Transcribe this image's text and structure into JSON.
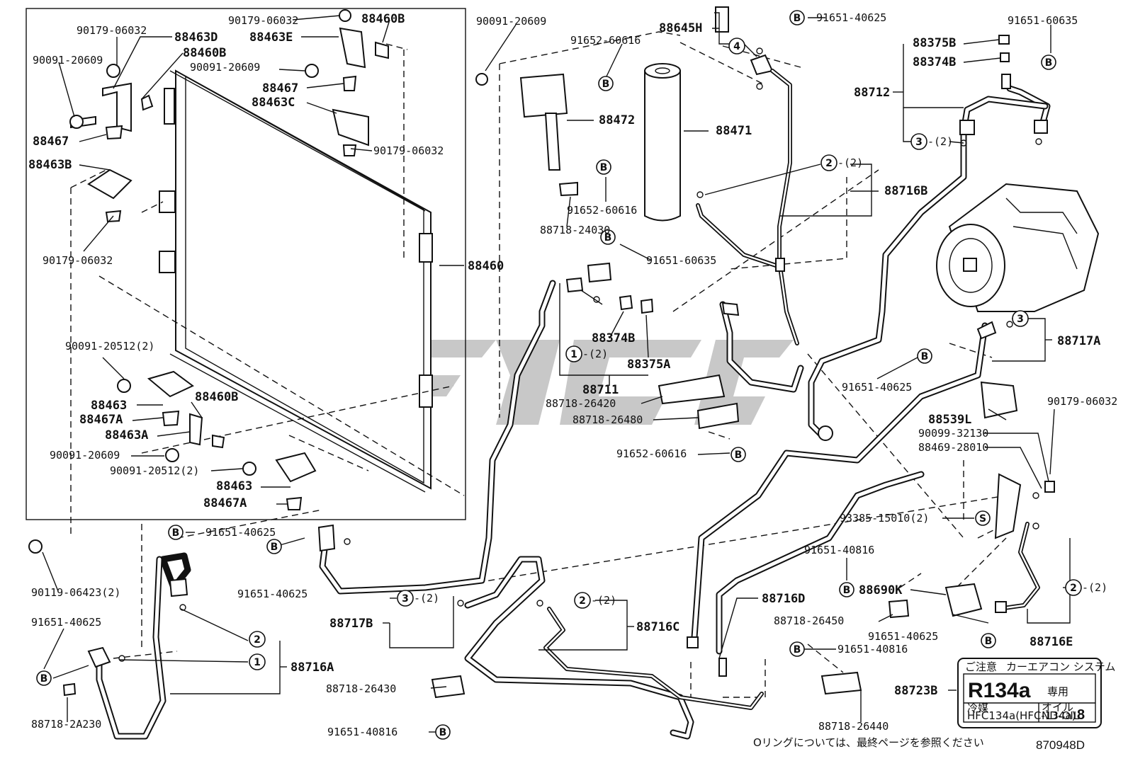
{
  "diagram_code": "870948D",
  "footer_note": "Oリングについては、最終ページを参照ください",
  "label_plate": {
    "header_left": "ご注意",
    "header_right": "カーエアコン システム",
    "refrigerant": "R134a",
    "suffix": "専用",
    "oil_label": "オイル",
    "oil_type": "ND-OIL",
    "oil_grade": "8",
    "small_line1": "冷媒",
    "small_line2": "HFC134a(HFC-134a)"
  },
  "markers": {
    "bolt": "B",
    "screw": "S",
    "ref1": "1",
    "ref2": "2",
    "ref3": "3",
    "ref4": "4",
    "qty2": "-(2)"
  },
  "labels": {
    "l01": "90179-06032",
    "l02": "88460B",
    "l03": "90179-06032",
    "l04": "88463D",
    "l05": "88463E",
    "l06": "88460B",
    "l07": "90091-20609",
    "l08": "90091-20609",
    "l09": "88467",
    "l10": "88463C",
    "l11": "88467",
    "l12": "90179-06032",
    "l13": "88463B",
    "l14": "90179-06032",
    "l15": "88460",
    "l16": "90091-20512(2)",
    "l17": "88460B",
    "l18": "88463",
    "l19": "88467A",
    "l20": "88463A",
    "l21": "90091-20609",
    "l22": "90091-20512(2)",
    "l23": "88463",
    "l24": "88467A",
    "l25": "90091-20609",
    "l26": "91652-60616",
    "l27": "88645H",
    "l28": "91651-40625",
    "l29": "91651-60635",
    "l30": "88375B",
    "l31": "88374B",
    "l32": "88712",
    "l33": "88472",
    "l34": "88471",
    "l35": "88716B",
    "l36": "91652-60616",
    "l37": "88718-24030",
    "l38": "91651-60635",
    "l39": "88374B",
    "l40": "88375A",
    "l41": "88711",
    "l42": "88718-26420",
    "l43": "88718-26480",
    "l44": "91652-60616",
    "l45": "88717A",
    "l46": "91651-40625",
    "l47": "88539L",
    "l48": "90179-06032",
    "l49": "90099-32130",
    "l50": "88469-28010",
    "l51": "93385-15010(2)",
    "l52": "91651-40816",
    "l53": "88690K",
    "l54": "88718-26450",
    "l55": "91651-40625",
    "l56": "88716E",
    "l57": "88716D",
    "l58": "91651-40625",
    "l59": "91651-40625",
    "l60": "90119-06423(2)",
    "l61": "91651-40625",
    "l62": "88718-2A230",
    "l63": "88716A",
    "l64": "88717B",
    "l65": "88716C",
    "l66": "88718-26430",
    "l67": "91651-40816",
    "l68": "91651-40816",
    "l69": "88718-26440",
    "l70": "88723B"
  }
}
